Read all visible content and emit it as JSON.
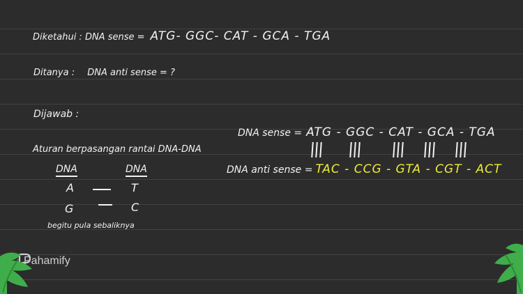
{
  "given": {
    "label": "Diketahui : DNA sense =",
    "sequence": "ATG- GGC- CAT - GCA - TGA"
  },
  "asked": {
    "label": "Ditanya :",
    "text": "DNA anti sense = ?"
  },
  "answer": {
    "label": "Dijawab :",
    "sense_label": "DNA sense =",
    "sense_sequence": "ATG - GGC - CAT - GCA - TGA",
    "anti_label": "DNA anti sense =",
    "anti_sequence": "TAC - CCG - GTA - CGT - ACT"
  },
  "rule": {
    "title": "Aturan berpasangan rantai DNA-DNA",
    "col1": "DNA",
    "col2": "DNA",
    "pairs": [
      {
        "left": "A",
        "right": "T"
      },
      {
        "left": "G",
        "right": "C"
      }
    ],
    "note": "begitu pula sebaliknya"
  },
  "logo": {
    "text": "Pahamify",
    "color": "#cfcfcf"
  },
  "colors": {
    "background": "#2c2c2c",
    "ink": "#f2f2f2",
    "highlight": "#f0ec3a",
    "leaf": "#3fae4a"
  }
}
